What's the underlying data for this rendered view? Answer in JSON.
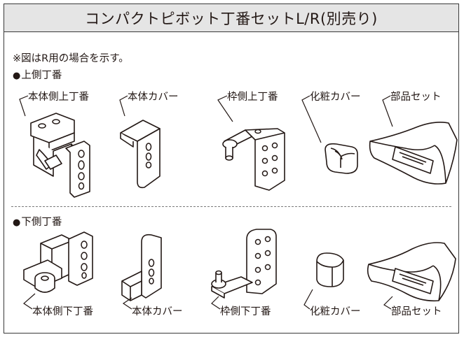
{
  "title": "コンパクトピボット丁番セットL/R(別売り)",
  "note": "※図はR用の場合を示す。",
  "sections": [
    {
      "heading": "上側丁番",
      "parts": [
        {
          "label": "本体側上丁番",
          "icon": "body-upper-hinge-icon"
        },
        {
          "label": "本体カバー",
          "icon": "body-cover-icon"
        },
        {
          "label": "枠側上丁番",
          "icon": "frame-upper-hinge-icon"
        },
        {
          "label": "化粧カバー",
          "icon": "decorative-cover-icon"
        },
        {
          "label": "部品セット",
          "icon": "parts-set-bag-icon"
        }
      ]
    },
    {
      "heading": "下側丁番",
      "parts": [
        {
          "label": "本体側下丁番",
          "icon": "body-lower-hinge-icon"
        },
        {
          "label": "本体カバー",
          "icon": "body-cover-icon"
        },
        {
          "label": "枠側下丁番",
          "icon": "frame-lower-hinge-icon"
        },
        {
          "label": "化粧カバー",
          "icon": "decorative-cover-icon"
        },
        {
          "label": "部品セット",
          "icon": "parts-set-bag-icon"
        }
      ]
    }
  ],
  "bullet": "●"
}
